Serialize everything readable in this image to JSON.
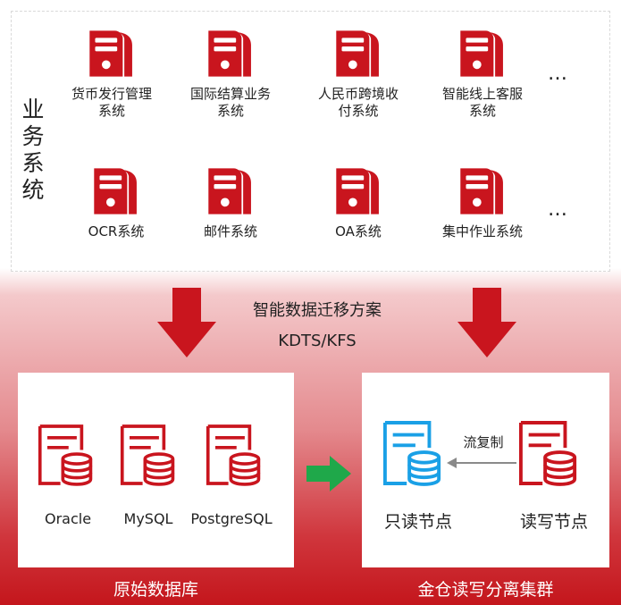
{
  "top": {
    "title": "业务系统",
    "systems_row1": [
      "货币发行管理系统",
      "国际结算业务系统",
      "人民币跨境收付系统",
      "智能线上客服系统"
    ],
    "systems_row2": [
      "OCR系统",
      "邮件系统",
      "OA系统",
      "集中作业系统"
    ],
    "more": "…"
  },
  "migration": {
    "line1": "智能数据迁移方案",
    "line2": "KDTS/KFS"
  },
  "source": {
    "databases": [
      "Oracle",
      "MySQL",
      "PostgreSQL"
    ],
    "caption": "原始数据库"
  },
  "target": {
    "readonly_label": "只读节点",
    "readwrite_label": "读写节点",
    "stream_label": "流复制",
    "caption": "金仓读写分离集群"
  },
  "colors": {
    "server_red": "#c9151e",
    "db_blue": "#1aa0e6",
    "transfer_green": "#1fa84a",
    "gray_arrow": "#8a8a8a"
  }
}
